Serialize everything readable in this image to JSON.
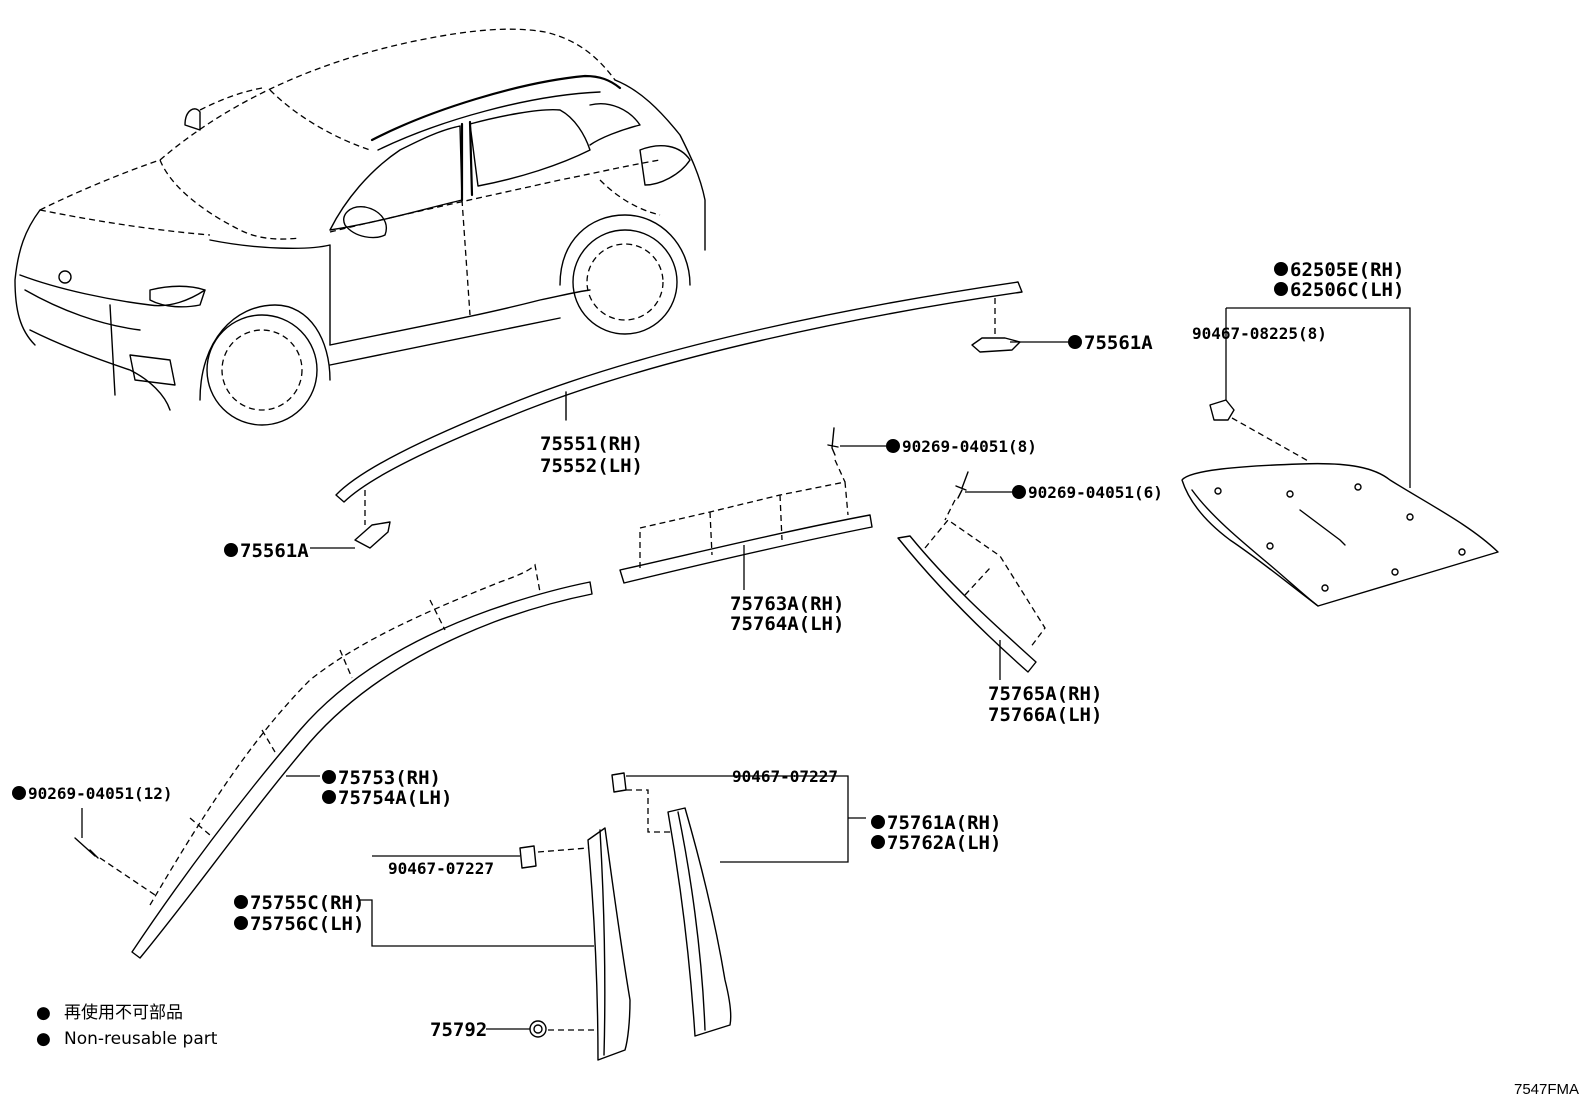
{
  "parts": {
    "p75561A_top": "75561A",
    "p75561A_left": "75561A",
    "p75551": "75551(RH)",
    "p75552": "75552(LH)",
    "p62505E": "62505E(RH)",
    "p62506C": "62506C(LH)",
    "p90467_08225": "90467-08225(8)",
    "p90269_8": "90269-04051(8)",
    "p90269_6": "90269-04051(6)",
    "p90269_12": "90269-04051(12)",
    "p75763A": "75763A(RH)",
    "p75764A": "75764A(LH)",
    "p75765A": "75765A(RH)",
    "p75766A": "75766A(LH)",
    "p75753": "75753(RH)",
    "p75754A": "75754A(LH)",
    "p90467_07227_a": "90467-07227",
    "p90467_07227_b": "90467-07227",
    "p75761A": "75761A(RH)",
    "p75762A": "75762A(LH)",
    "p75755C": "75755C(RH)",
    "p75756C": "75756C(LH)",
    "p75792": "75792"
  },
  "legend": {
    "jp": "再使用不可部品",
    "en": "Non-reusable part",
    "marker": "●"
  },
  "diagram_code": "7547FMA"
}
